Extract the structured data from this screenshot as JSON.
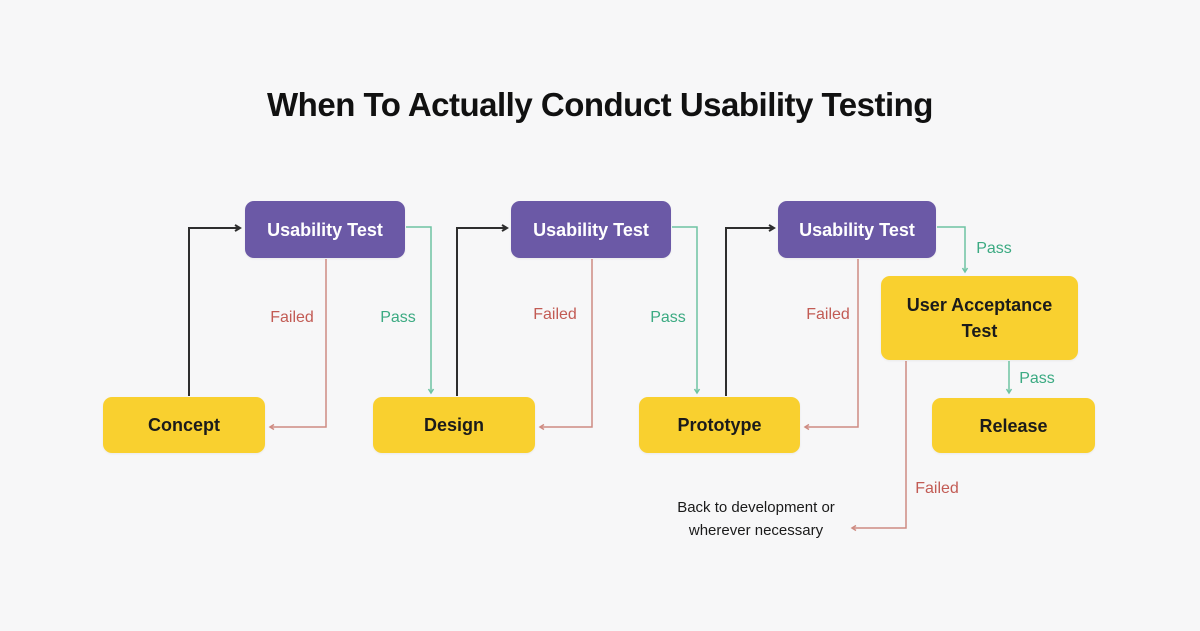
{
  "title": "When To Actually Conduct Usability Testing",
  "colors": {
    "background": "#F7F7F8",
    "purple": "#6B59A6",
    "yellow": "#F9D02F",
    "pass_green": "#3BAA82",
    "pass_green_line": "#6FC4A3",
    "fail_red": "#C25B54",
    "fail_red_line": "#CE8B82",
    "line_black": "#2E2E2E",
    "text_dark": "#111111"
  },
  "nodes": {
    "usability_test_1": {
      "label": "Usability Test"
    },
    "usability_test_2": {
      "label": "Usability Test"
    },
    "usability_test_3": {
      "label": "Usability Test"
    },
    "concept": {
      "label": "Concept"
    },
    "design": {
      "label": "Design"
    },
    "prototype": {
      "label": "Prototype"
    },
    "user_acceptance_test": {
      "label": "User Acceptance Test"
    },
    "release": {
      "label": "Release"
    }
  },
  "edge_labels": {
    "failed_1": "Failed",
    "pass_1": "Pass",
    "failed_2": "Failed",
    "pass_2": "Pass",
    "failed_3": "Failed",
    "pass_3": "Pass",
    "pass_4": "Pass",
    "failed_4": "Failed"
  },
  "note": {
    "line1": "Back to development or",
    "line2": "wherever necessary"
  }
}
